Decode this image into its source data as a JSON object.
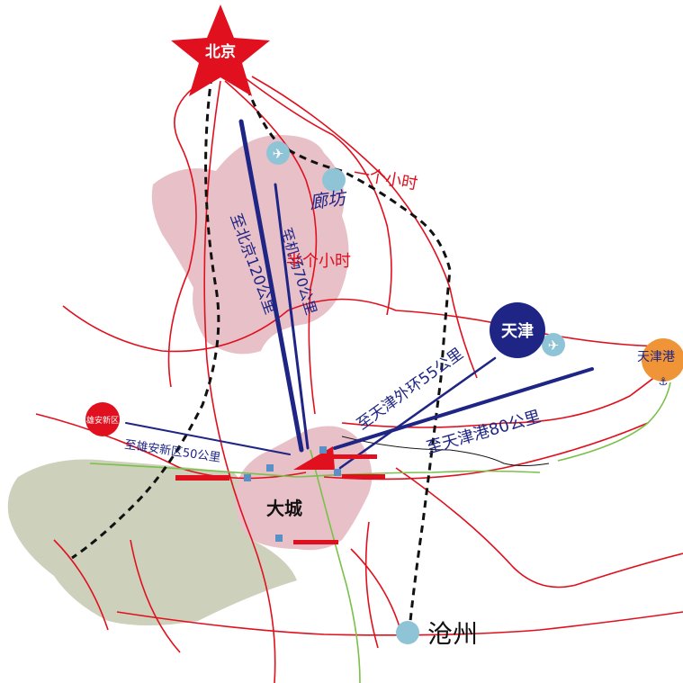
{
  "cities": {
    "beijing": "北京",
    "tianjin": "天津",
    "tianjin_port": "天津港",
    "langfang": "廊坊",
    "dacheng": "大城",
    "cangzhou": "沧州",
    "xiongan": "雄安新区"
  },
  "routes": {
    "to_beijing": "至北京120公里",
    "to_airport": "至机场70公里",
    "to_tianjin_ring": "至天津外环55公里",
    "to_tianjin_port": "至天津港80公里",
    "to_xiongan": "至雄安新区50公里"
  },
  "travel_time": {
    "langfang_hour": "一个小时",
    "airport_half_hour": "半个小时"
  },
  "colors": {
    "urban_pink": "#e8c0c8",
    "rural_green": "#cdd0bb",
    "road_red": "#e0101e",
    "route_navy": "#1e2585",
    "rail_black": "#111111",
    "green_road": "#7ac04a",
    "airport_blue": "#8fc4d6",
    "beijing_star": "#e0101e",
    "tianjin_circle": "#1e2585",
    "port_orange": "#f09438"
  },
  "icons": [
    "star-icon",
    "airplane-icon",
    "anchor-icon",
    "square-marker-icon"
  ]
}
